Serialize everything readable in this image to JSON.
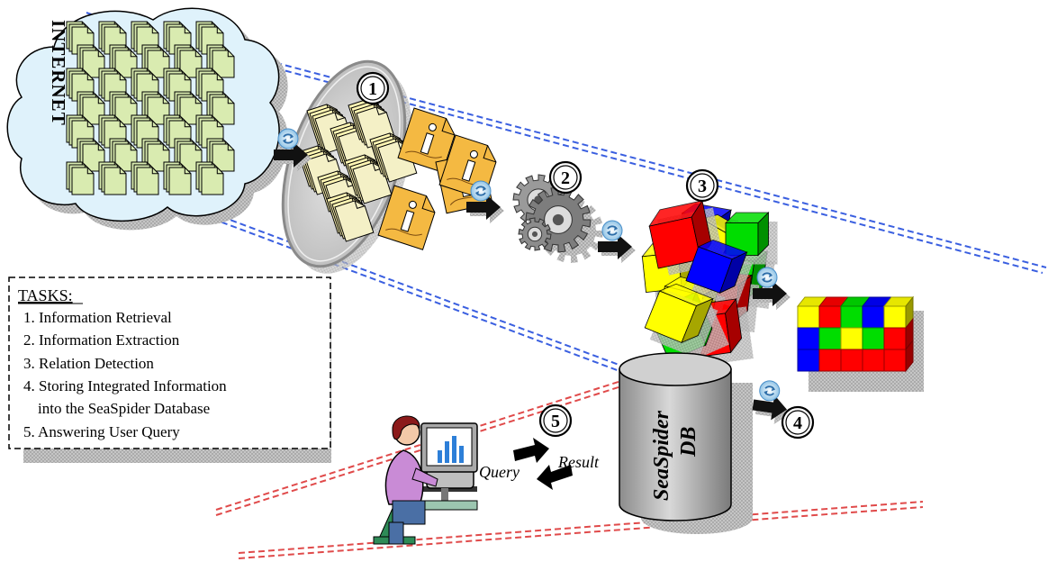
{
  "internet_label": "INTERNET",
  "steps": [
    "1",
    "2",
    "3",
    "4",
    "5"
  ],
  "tasks": {
    "heading": "TASKS:",
    "items": [
      "1. Information Retrieval",
      "2. Information Extraction",
      "3. Relation Detection",
      "4. Storing Integrated Information",
      "into the SeaSpider Database",
      "5. Answering User Query"
    ]
  },
  "database": {
    "line1": "SeaSpider",
    "line2": "DB"
  },
  "query_label": "Query",
  "result_label": "Result",
  "icons": [
    "cloud-icon",
    "document-icon",
    "info-document-icon",
    "gear-icon",
    "cube-icon",
    "database-icon",
    "recycle-icon",
    "arrow-icon",
    "user-computer-icon"
  ],
  "colors": {
    "blue_dashes": "#3a5fe0",
    "red_dashes": "#e04a4a",
    "cloud_fill": "#dff2fb",
    "document_fill": "#d9ebb0",
    "info_doc_fill": "#f4b942",
    "cube_red": "#ff0000",
    "cube_blue": "#0000ff",
    "cube_yellow": "#ffff00",
    "cube_green": "#00dd00"
  }
}
